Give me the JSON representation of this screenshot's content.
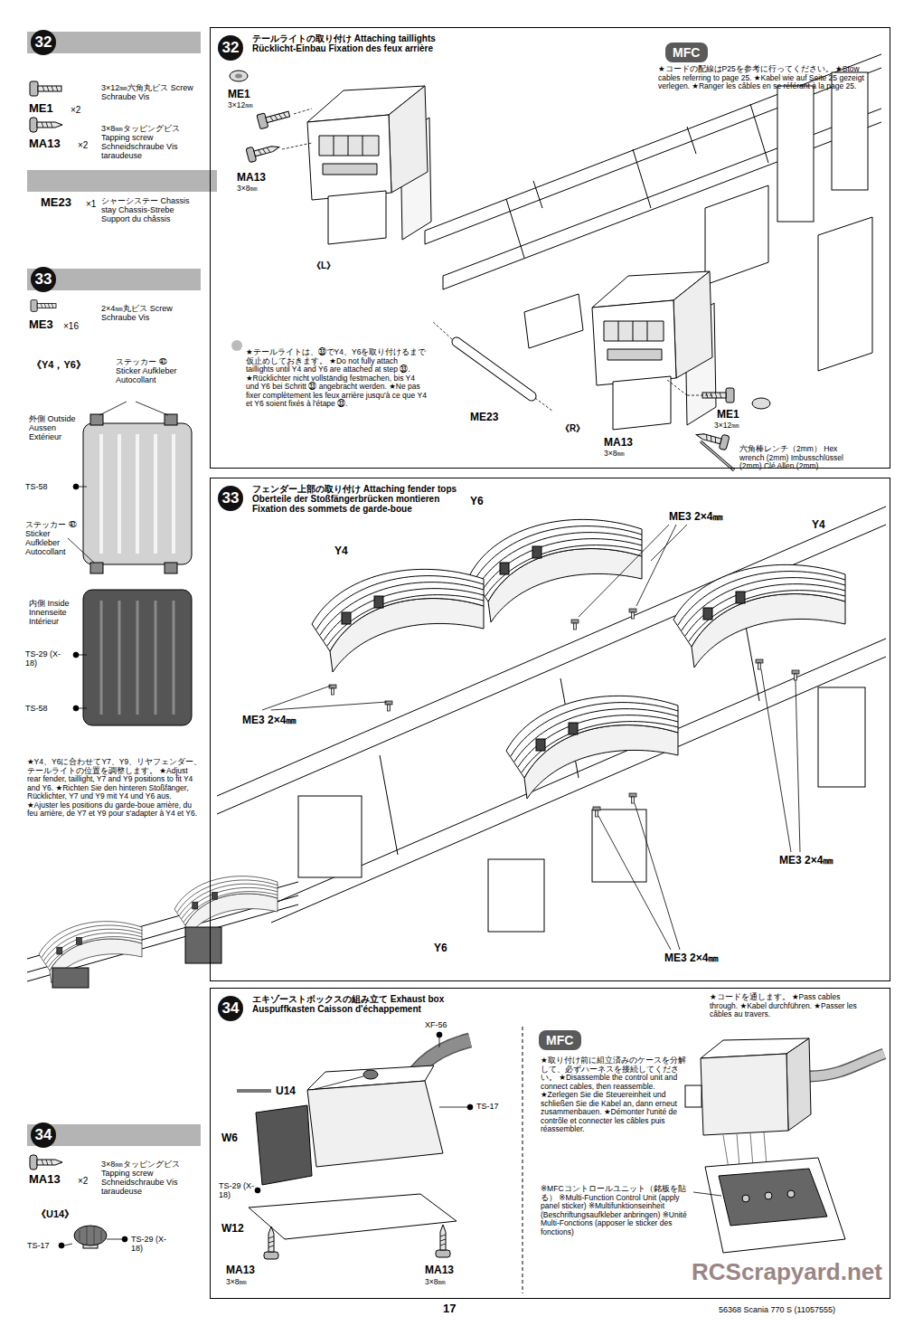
{
  "diagram": {
    "nodes": [
      {
        "text": [
          "32"
        ]
      },
      {
        "text": [
          "33"
        ]
      },
      {
        "text": [
          "34"
        ]
      },
      {
        "text": [
          "32",
          "テールライトの取り付け Attaching taillights Rücklicht-Einbau Fixation des feux arrière"
        ]
      },
      {
        "text": [
          "MFC"
        ],
        "in": 3
      },
      {
        "text": [
          "33",
          "フェンダー上部の取り付け Attaching fender tops Oberteile der Stoßfängerbrücken montieren Fixation des sommets de garde-boue"
        ]
      },
      {
        "text": [
          "34",
          "エキゾーストボックスの組み立て Exhaust box Auspuffkasten Caisson d'échappement"
        ]
      },
      {
        "text": [
          "MFC"
        ],
        "in": 6
      }
    ],
    "labels": [
      "ME1",
      "×2",
      "3×12㎜六角丸ビス Screw Schraube Vis",
      "MA13",
      "×2",
      "3×8㎜タッピングビス Tapping screw Schneidschraube Vis taraudeuse",
      "ME23",
      "×1",
      "シャーシステー Chassis stay Chassis-Strebe Support du châssis",
      "ME3",
      "×16",
      "2×4㎜丸ビス Screw Schraube Vis",
      "《Y4，Y6》",
      "ステッカー ㊶ Sticker Aufkleber Autocollant",
      "外側 Outside Aussen Extérieur",
      "TS-58",
      "ステッカー ㊶ Sticker Aufkleber Autocollant",
      "内側 Inside Innenseite Intérieur",
      "TS-29 (X-18)",
      "TS-58",
      "★Y4、Y6に合わせてY7、Y9、リヤフェンダー、テールライトの位置を調整します。 ★Adjust rear fender, taillight, Y7 and Y9 positions to fit Y4 and Y6. ★Richten Sie den hinteren Stoßfänger, Rücklichter, Y7 und Y9 mit Y4 und Y6 aus. ★Ajuster les positions du garde-boue arrière, du feu arrière, de Y7 et Y9 pour s'adapter à Y4 et Y6.",
      "MA13",
      "×2",
      "3×8㎜タッピングビス Tapping screw Schneidschraube Vis taraudeuse",
      "《U14》",
      "TS-17",
      "TS-29 (X-18)",
      "ME1",
      "3×12㎜",
      "MA13",
      "3×8㎜",
      "《L》",
      "★コードの配線はP25を参考に行ってください。 ★Stow cables referring to page 25. ★Kabel wie auf Seite 25 gezeigt verlegen. ★Ranger les câbles en se référant à la page 25.",
      "★テールライトは、㉝でY4、Y6を取り付けるまで仮止めしておきます。 ★Do not fully attach taillights until Y4 and Y6 are attached at step ㉝. ★Rücklichter nicht vollständig festmachen, bis Y4 und Y6 bei Schritt ㉝ angebracht werden. ★Ne pas fixer complètement les feux arrière jusqu'à ce que Y4 et Y6 soient fixés à l'étape ㉝.",
      "ME23",
      "《R》",
      "MA13",
      "3×8㎜",
      "ME1",
      "3×12㎜",
      "六角棒レンチ（2mm） Hex wrench (2mm) Imbusschlüssel (2mm) Clé Allen (2mm)",
      "Y6",
      "ME3 2×4㎜",
      "Y4",
      "Y4",
      "ME3 2×4㎜",
      "ME3 2×4㎜",
      "Y6",
      "ME3 2×4㎜",
      "U14",
      "XF-56",
      "W6",
      "TS-17",
      "TS-29 (X-18)",
      "W12",
      "MA13",
      "3×8㎜",
      "MA13",
      "3×8㎜",
      "★取り付け前に組立済みのケースを分解して、必ずハーネスを接続してください。 ★Disassemble the control unit and connect cables, then reassemble. ★Zerlegen Sie die Steuereinheit und schließen Sie die Kabel an, dann erneut zusammenbauen. ★Démonter l'unité de contrôle et connecter les câbles puis réassembler.",
      "※MFCコントロールユニット（銘板を貼る） ※Multi-Function Control Unit (apply panel sticker) ※Multifunktionseinheit (Beschriftungsaufkleber anbringen) ※Unité Multi-Fonctions (apposer le sticker des fonctions)",
      "★コードを通します。 ★Pass cables through. ★Kabel durchführen. ★Passer les câbles au travers.",
      "17",
      "56368 Scania 770 S (11057555)",
      "RCScrapyard.net"
    ]
  }
}
